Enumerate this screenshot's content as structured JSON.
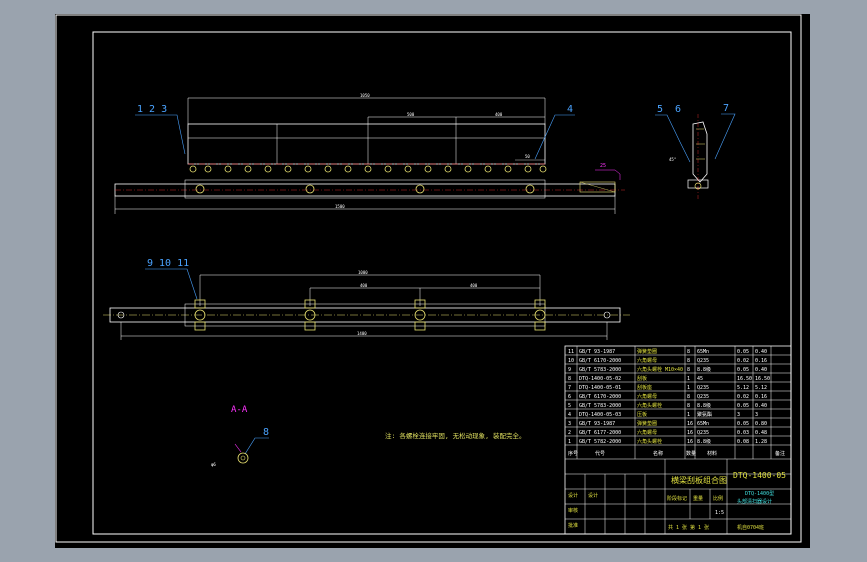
{
  "drawing": {
    "part_labels": {
      "top_left": "1  2  3",
      "top_right": "4",
      "side_a": "5",
      "side_b": "6",
      "side_c": "7",
      "mid": "9  10  11",
      "detail": "8"
    },
    "section_label": "A-A",
    "detail_dim": "φ6",
    "note": "注: 各螺栓连接牢固, 无松动现象, 装配完全。",
    "dims": {
      "top_overall": "1050",
      "top_span1": "500",
      "top_span2": "400",
      "top_small": "50",
      "bottom_overall": "1500",
      "mid_overall": "1000",
      "mid_span": "400",
      "lower_overall": "1400",
      "side_offset": "25"
    }
  },
  "title_block": {
    "parts_list": [
      {
        "no": "11",
        "code": "GB/T 93-1987",
        "name": "弹簧垫圈",
        "qty": "8",
        "mat": "65Mn",
        "mass": "0.05",
        "total": "0.40"
      },
      {
        "no": "10",
        "code": "GB/T 6170-2000",
        "name": "六角螺母",
        "qty": "8",
        "mat": "Q235",
        "mass": "0.02",
        "total": "0.16"
      },
      {
        "no": "9",
        "code": "GB/T 5783-2000",
        "name": "六角头螺栓 M10×40",
        "qty": "8",
        "mat": "8.8级",
        "mass": "0.05",
        "total": "0.40"
      },
      {
        "no": "8",
        "code": "DTQ-1400-05-02",
        "name": "刮板",
        "qty": "1",
        "mat": "45",
        "mass": "16.50",
        "total": "16.50"
      },
      {
        "no": "7",
        "code": "DTQ-1400-05-01",
        "name": "刮板座",
        "qty": "1",
        "mat": "Q235",
        "mass": "5.12",
        "total": "5.12"
      },
      {
        "no": "6",
        "code": "GB/T 6170-2000",
        "name": "六角螺母",
        "qty": "8",
        "mat": "Q235",
        "mass": "0.02",
        "total": "0.16"
      },
      {
        "no": "5",
        "code": "GB/T 5783-2000",
        "name": "六角头螺栓",
        "qty": "8",
        "mat": "8.8级",
        "mass": "0.05",
        "total": "0.40"
      },
      {
        "no": "4",
        "code": "DTQ-1400-05-03",
        "name": "压板",
        "qty": "1",
        "mat": "聚氨酯",
        "mass": "3",
        "total": "3"
      },
      {
        "no": "3",
        "code": "GB/T 93-1987",
        "name": "弹簧垫圈",
        "qty": "16",
        "mat": "65Mn",
        "mass": "0.05",
        "total": "0.80"
      },
      {
        "no": "2",
        "code": "GB/T 6177-2000",
        "name": "六角螺母",
        "qty": "16",
        "mat": "Q235",
        "mass": "0.03",
        "total": "0.48"
      },
      {
        "no": "1",
        "code": "GB/T 5782-2000",
        "name": "六角头螺栓",
        "qty": "16",
        "mat": "8.8级",
        "mass": "0.08",
        "total": "1.28"
      }
    ],
    "header": {
      "no": "序号",
      "code": "代号",
      "name": "名称",
      "qty": "数量",
      "mat": "材料",
      "remark": "备注"
    },
    "title": "横梁刮板组合图",
    "drawing_no": "DTQ-1400-05",
    "product": "DTQ-1400型",
    "product_sub": "头部清扫器设计",
    "stage_label": "阶段标记",
    "weight_label": "重量",
    "scale_label": "比例",
    "scale": "1:5",
    "sheet_info": "共 1 张  第 1 张",
    "designer_label": "设计",
    "check_label": "审核",
    "approve_label": "批准",
    "designer": "设计",
    "school": "机自0704班"
  }
}
